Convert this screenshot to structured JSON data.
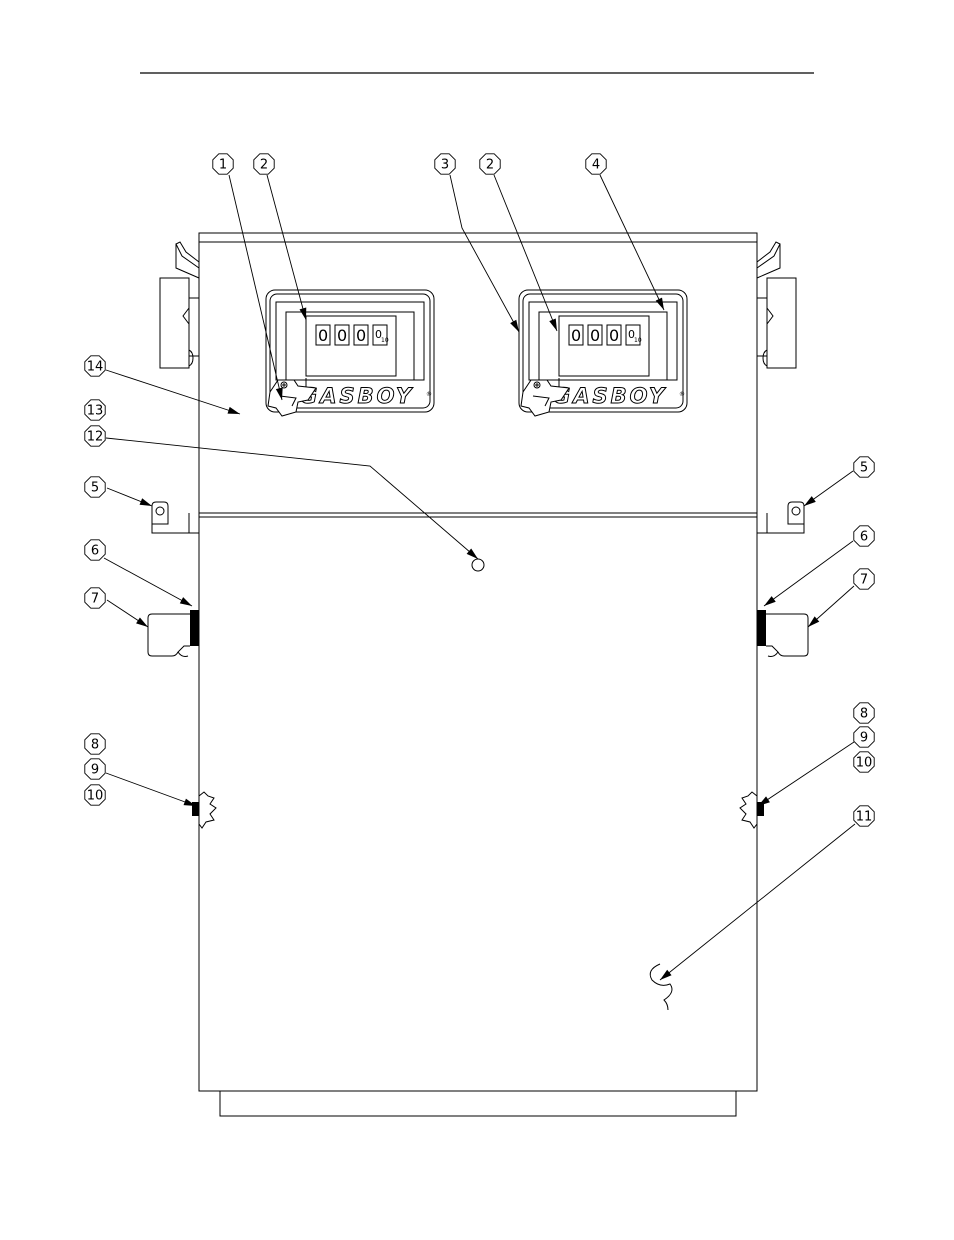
{
  "document": {
    "brand": "GASBOY",
    "brand_mark": "®"
  },
  "meters": [
    {
      "digits": [
        "0",
        "0",
        "0"
      ],
      "last_digit": "0",
      "last_suffix": "10"
    },
    {
      "digits": [
        "0",
        "0",
        "0"
      ],
      "last_digit": "0",
      "last_suffix": "10"
    }
  ],
  "callouts": [
    "1",
    "2",
    "3",
    "2",
    "4",
    "14",
    "13",
    "12",
    "5",
    "5",
    "6",
    "6",
    "7",
    "7",
    "8",
    "9",
    "10",
    "8",
    "9",
    "10",
    "11"
  ]
}
